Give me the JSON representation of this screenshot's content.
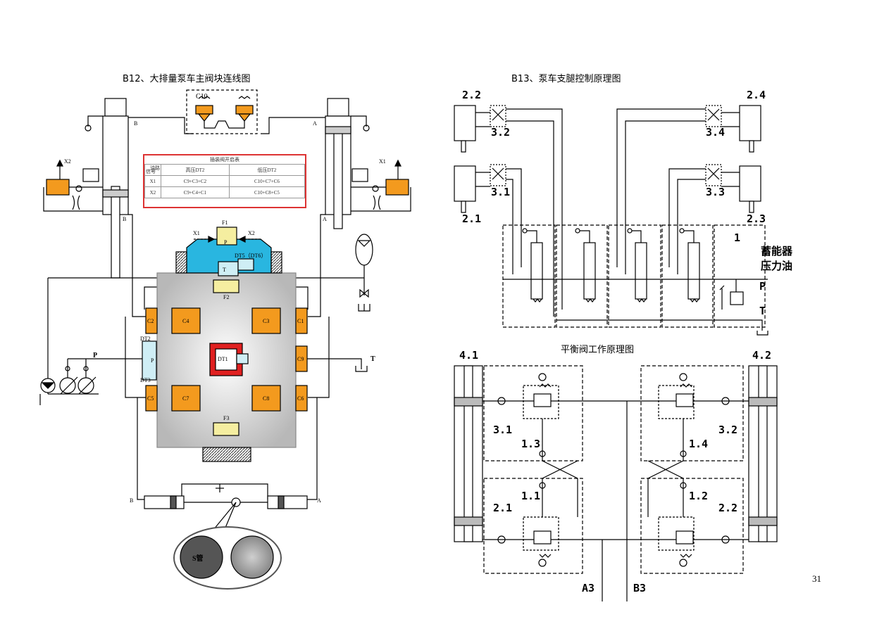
{
  "titles": {
    "left": "B12、大排量泵车主阀块连线图",
    "right_top": "B13、泵车支腿控制原理图",
    "right_bottom": "平衡阀工作原理图"
  },
  "page_number": "31",
  "table": {
    "caption": "插装阀开启表",
    "corner_top": "油路",
    "corner_bottom": "信号",
    "headers": [
      "高压DT2",
      "低压DT2"
    ],
    "rows": [
      {
        "signal": "X1",
        "high": "C9+C3+C2",
        "low": "C10+C7+C6"
      },
      {
        "signal": "X2",
        "high": "C9+C4+C1",
        "low": "C10+C8+C5"
      }
    ]
  },
  "left_labels": {
    "c10": "C10",
    "x1_left": "X1",
    "x2_right": "X2",
    "x2_top": "X2",
    "x1_top": "X1",
    "b_top": "B",
    "a_top": "A",
    "b_mid": "B",
    "a_mid": "A",
    "b_bot": "B",
    "a_bot": "A",
    "f1": "F1",
    "p_small": "P",
    "dt5": "DT5（DT6）",
    "t_small": "T",
    "f2": "F2",
    "f3": "F3",
    "dt2": "DT2",
    "dt3": "DT3",
    "p_side": "P",
    "c4": "C4",
    "c3": "C3",
    "c2": "C2",
    "c1": "C1",
    "c9": "C9",
    "c7": "C7",
    "c8": "C8",
    "c5": "C5",
    "c6": "C6",
    "dt1": "DT1",
    "p_pump": "P",
    "t_tank": "T",
    "s_pipe": "S管"
  },
  "right_top_labels": {
    "l22": "2.2",
    "l24": "2.4",
    "l32": "3.2",
    "l34": "3.4",
    "l31": "3.1",
    "l33": "3.3",
    "l21": "2.1",
    "l23": "2.3",
    "l1": "1",
    "acc1": "蓄能器",
    "acc2": "压力油",
    "p": "P",
    "t": "T"
  },
  "right_bottom_labels": {
    "l41": "4.1",
    "l42": "4.2",
    "l31": "3.1",
    "l32": "3.2",
    "l13": "1.3",
    "l14": "1.4",
    "l11": "1.1",
    "l12": "1.2",
    "l21": "2.1",
    "l22": "2.2",
    "a3": "A3",
    "b3": "B3"
  },
  "colors": {
    "orange": "#f39a1e",
    "cyan": "#29b6e0",
    "red": "#e02020",
    "yellow": "#f5eea0",
    "lightblue": "#cfeef5"
  }
}
